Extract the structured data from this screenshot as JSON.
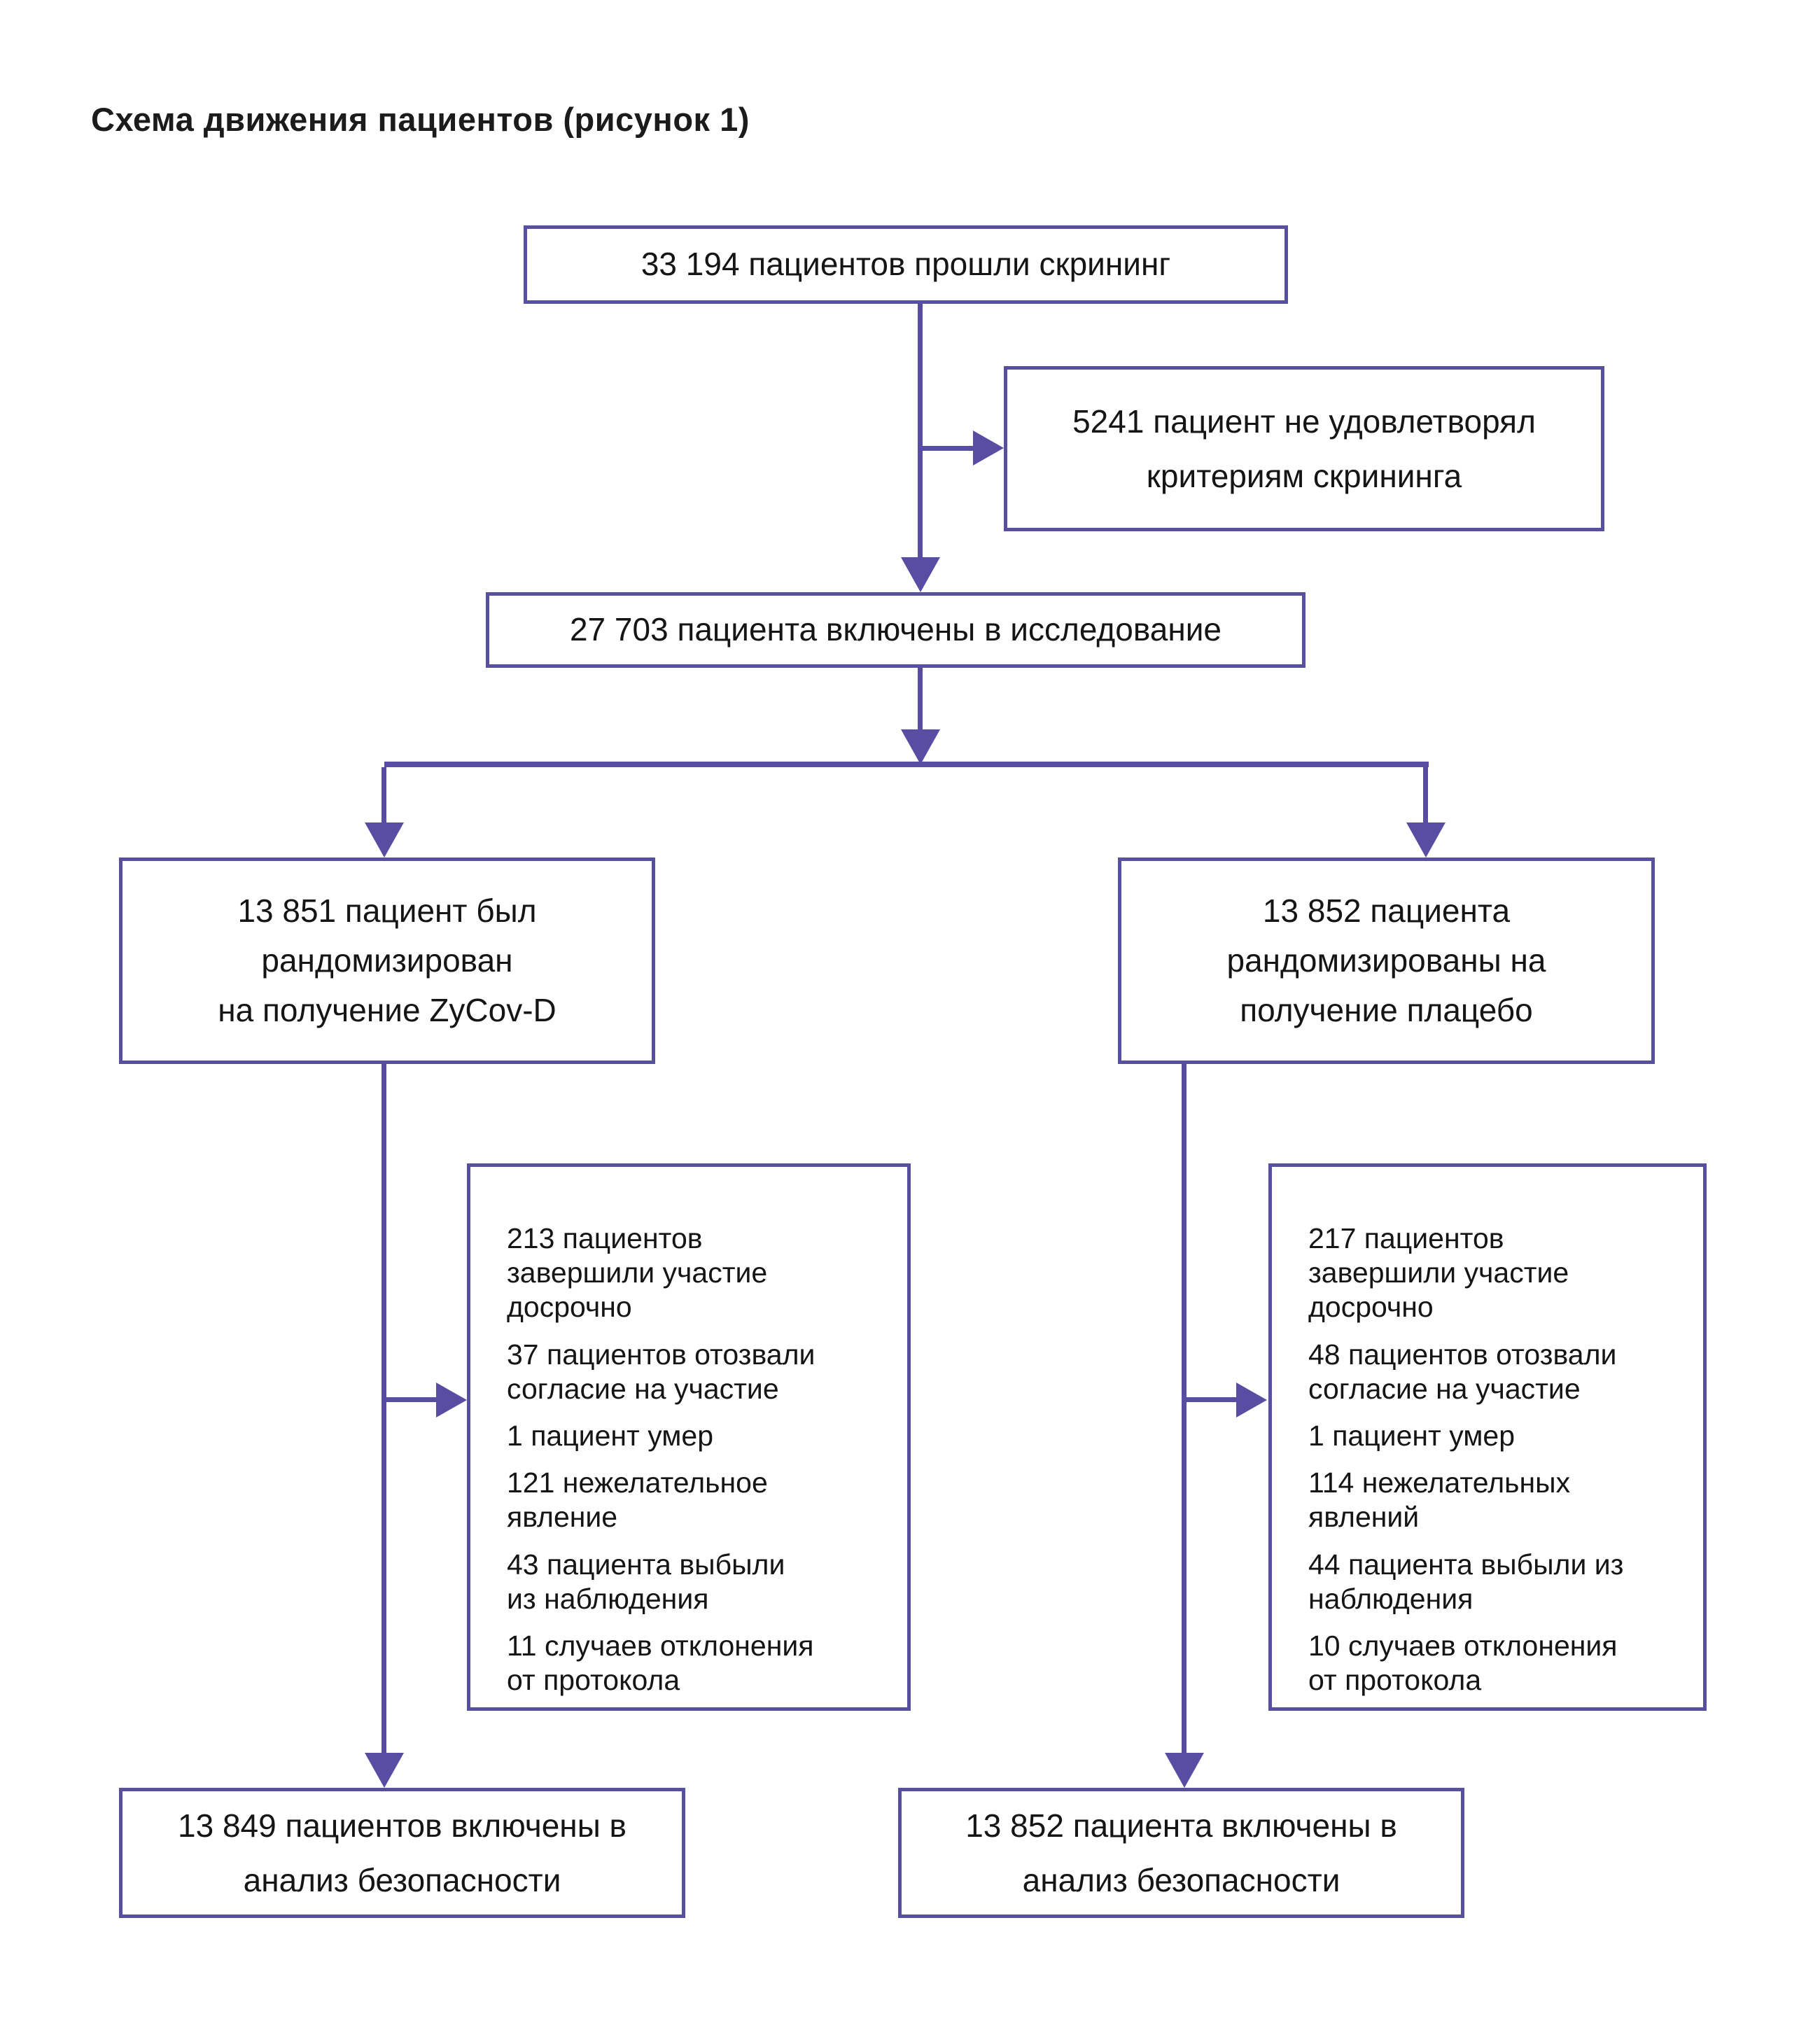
{
  "title": "Схема движения пациентов (рисунок 1)",
  "accent_color": "#574ea3",
  "border_color": "#56509f",
  "boxes": {
    "screened": "33 194 пациентов прошли скрининг",
    "excluded": "5241 пациент не удовлетворял\nкритериям скрининга",
    "enrolled": "27 703 пациента включены в исследование",
    "arm_zycov": "13 851 пациент был\nрандомизирован\nна получение ZyCov-D",
    "arm_placebo": "13 852 пациента\nрандомизированы на\nполучение плацебо",
    "dropout_zycov_items": [
      "213 пациентов\nзавершили участие\nдосрочно",
      "37 пациентов отозвали\nсогласие на участие",
      "1 пациент умер",
      "121 нежелательное\nявление",
      "43 пациента выбыли\nиз наблюдения",
      "11 случаев отклонения\nот протокола"
    ],
    "dropout_placebo_items": [
      "217 пациентов\nзавершили участие\nдосрочно",
      "48 пациентов отозвали\nсогласие на участие",
      "1 пациент умер",
      "114 нежелательных\nявлений",
      "44 пациента выбыли из\nнаблюдения",
      "10 случаев отклонения\nот протокола"
    ],
    "safety_zycov": "13 849 пациентов включены в\nанализ безопасности",
    "safety_placebo": "13 852 пациента включены в\nанализ безопасности"
  }
}
